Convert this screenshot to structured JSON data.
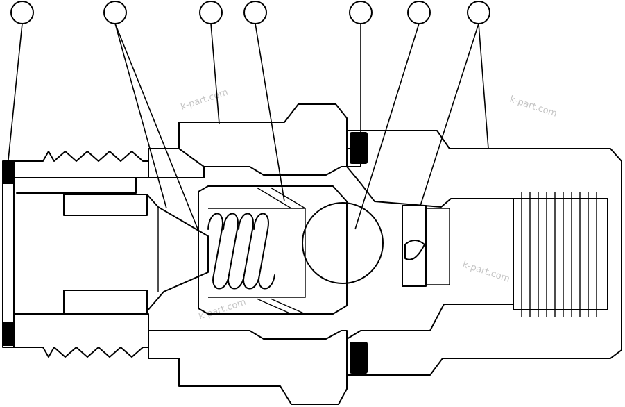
{
  "diagram": {
    "kind": "cross-section",
    "subject": "coupling valve assembly",
    "line_color": "#000000",
    "background": "#ffffff",
    "watermark_color": "#c4c4c4",
    "callouts": [
      {
        "id": 1,
        "label": "",
        "targets": 1
      },
      {
        "id": 2,
        "label": "",
        "targets": 2
      },
      {
        "id": 3,
        "label": "",
        "targets": 1
      },
      {
        "id": 4,
        "label": "",
        "targets": 1
      },
      {
        "id": 5,
        "label": "",
        "targets": 1
      },
      {
        "id": 6,
        "label": "",
        "targets": 1
      },
      {
        "id": 7,
        "label": "",
        "targets": 2
      }
    ],
    "watermarks": [
      "k-part.com",
      "k-part.com",
      "k-part.com",
      "k-part.com"
    ]
  }
}
